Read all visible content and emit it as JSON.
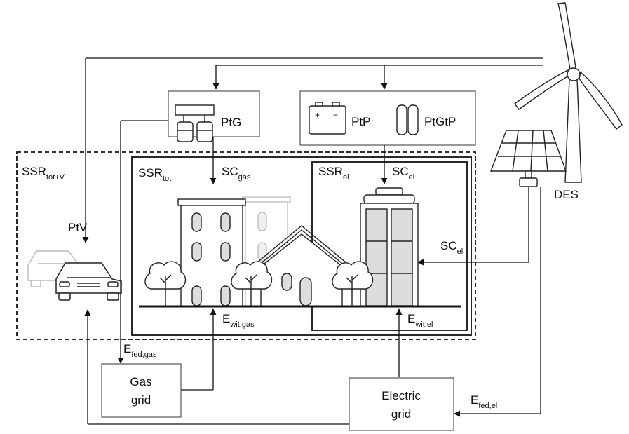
{
  "labels": {
    "ptg": "PtG",
    "ptp": "PtP",
    "ptgtp": "PtGtP",
    "ptv": "PtV",
    "des": "DES",
    "ssr_tot_v": {
      "main": "SSR",
      "sub": "tot+V"
    },
    "ssr_tot": {
      "main": "SSR",
      "sub": "tot"
    },
    "sc_gas": {
      "main": "SC",
      "sub": "gas"
    },
    "ssr_el": {
      "main": "SSR",
      "sub": "el"
    },
    "sc_el_top": {
      "main": "SC",
      "sub": "el"
    },
    "sc_el_side": {
      "main": "SC",
      "sub": "el"
    },
    "e_wit_gas": {
      "main": "E",
      "sub": "wit,gas"
    },
    "e_wit_el": {
      "main": "E",
      "sub": "wit,el"
    },
    "e_fed_gas": {
      "main": "E",
      "sub": "fed,gas"
    },
    "e_fed_el": {
      "main": "E",
      "sub": "fed,el"
    },
    "gas_grid": [
      "Gas",
      "grid"
    ],
    "electric_grid": [
      "Electric",
      "grid"
    ]
  },
  "battery_signs": [
    "+",
    "−"
  ]
}
